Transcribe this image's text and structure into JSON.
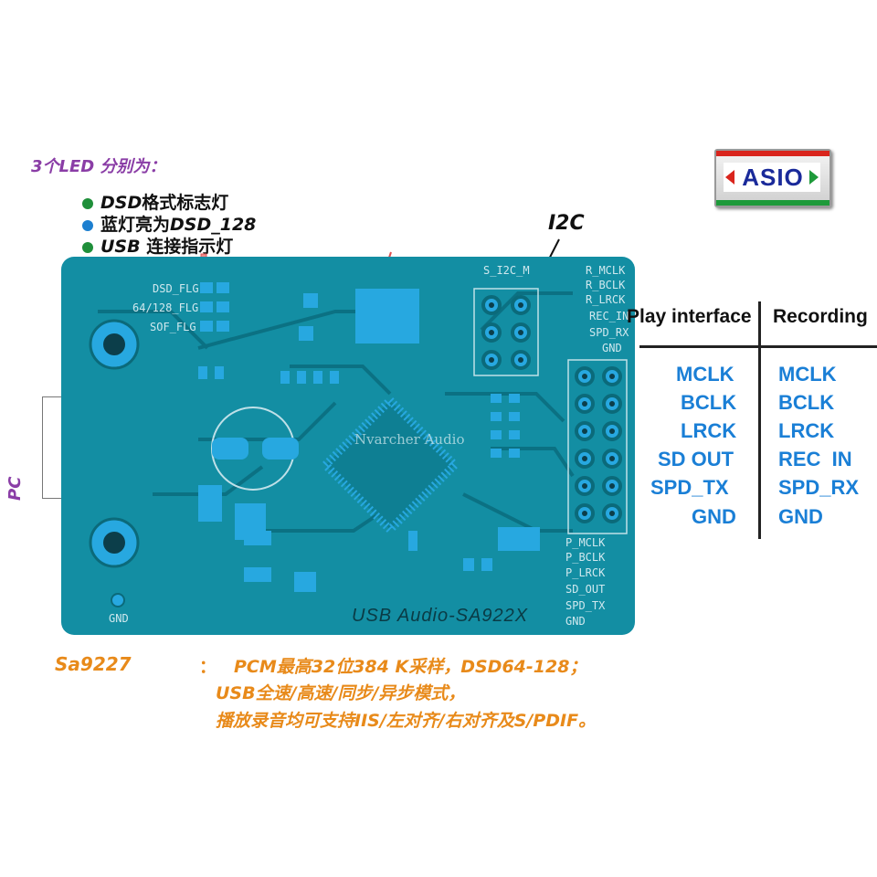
{
  "led_legend": {
    "title": "3个LED 分别为：",
    "items": [
      {
        "text_bold": "DSD",
        "text_rest": "格式标志灯",
        "color": "#1f8f3a"
      },
      {
        "text_bold": "DSD_128",
        "text_prefix": "蓝灯亮为",
        "color": "#1c7fd0"
      },
      {
        "text_bold": "USB",
        "text_rest": " 连接指示灯",
        "color": "#1f8f3a"
      }
    ]
  },
  "asio_badge": "ASIO",
  "i2c_label": "I2C",
  "pcb": {
    "silk_left": [
      "DSD_FLG",
      "64/128_FLG",
      "SOF_FLG"
    ],
    "header_top_label": "S_I2C_M",
    "rec_pins": [
      "R_MCLK",
      "R_BCLK",
      "R_LRCK",
      "REC_IN",
      "SPD_RX",
      "GND"
    ],
    "play_pins": [
      "P_MCLK",
      "P_BCLK",
      "P_LRCK",
      "SD_OUT",
      "SPD_TX",
      "GND"
    ],
    "gnd_label": "GND",
    "board_name": "USB Audio-SA922X",
    "watermark": "Nvarcher Audio"
  },
  "pc_label": "PC",
  "pin_table": {
    "headers": [
      "Play interface",
      "Recording"
    ],
    "play": [
      "MCLK",
      "BCLK",
      "LRCK",
      "SD OUT",
      "SPD_TX",
      "GND"
    ],
    "record": [
      "MCLK",
      "BCLK",
      "LRCK",
      "REC  IN",
      "SPD_RX",
      "GND"
    ]
  },
  "description": {
    "chip": "Sa9227",
    "colon": "：",
    "line1": "PCM最高32位384 K采样，DSD64-128；",
    "line2": "USB全速/高速/同步/异步模式，",
    "line3": "播放录音均可支持IIS/左对齐/右对齐及S/PDIF。"
  }
}
